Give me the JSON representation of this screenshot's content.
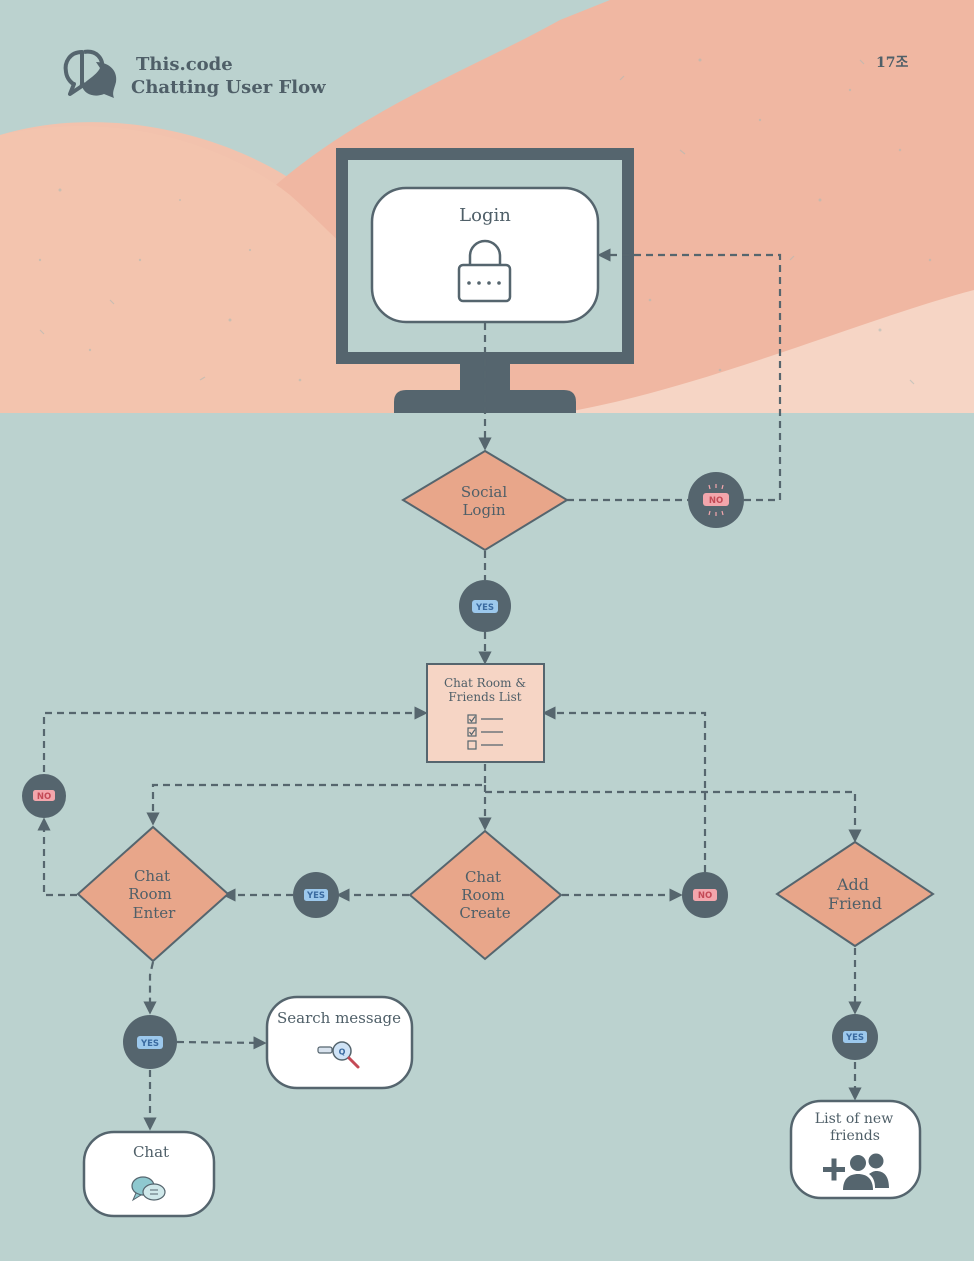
{
  "header": {
    "title_line1": "This.code",
    "title_line2": "Chatting User Flow",
    "team": "17조"
  },
  "nodes": {
    "login": "Login",
    "social_login_1": "Social",
    "social_login_2": "Login",
    "chat_room_list_1": "Chat Room &",
    "chat_room_list_2": "Friends List",
    "chat_room_enter_1": "Chat",
    "chat_room_enter_2": "Room",
    "chat_room_enter_3": "Enter",
    "chat_room_create_1": "Chat",
    "chat_room_create_2": "Room",
    "chat_room_create_3": "Create",
    "add_friend_1": "Add",
    "add_friend_2": "Friend",
    "search_message": "Search message",
    "chat": "Chat",
    "new_friends_1": "List of new",
    "new_friends_2": "friends"
  },
  "badges": {
    "yes": "YES",
    "no": "NO"
  },
  "colors": {
    "background": "#bbd2cf",
    "hills": "#f2bba6",
    "diamond": "#e8a68a",
    "dark": "#55656e",
    "yes_badge": "#9cc8ec",
    "no_badge": "#f3a6ac"
  }
}
